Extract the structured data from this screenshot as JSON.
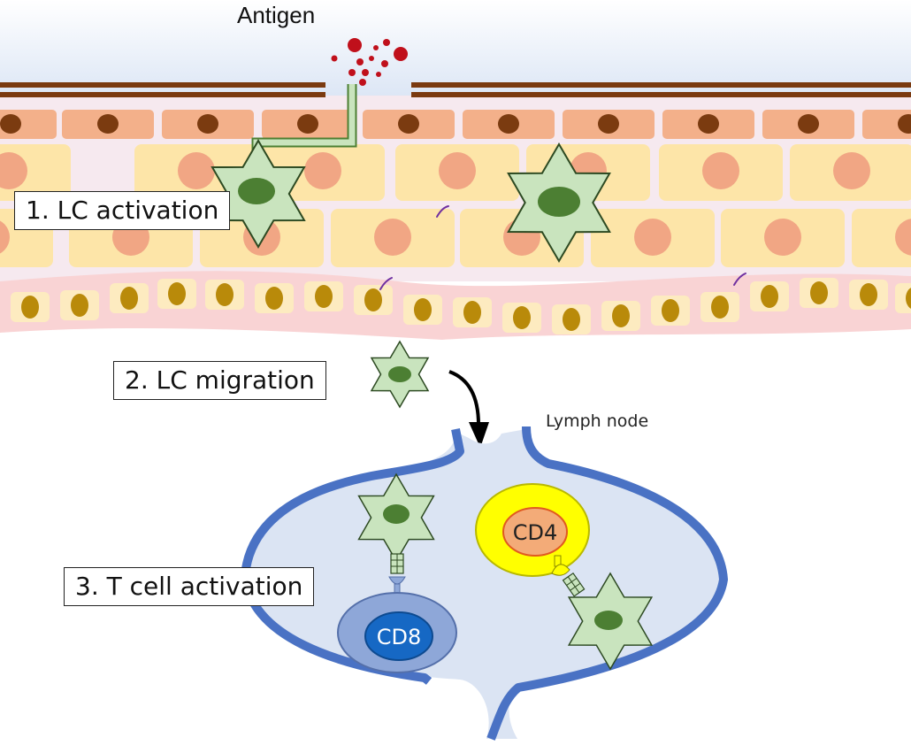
{
  "labels": {
    "antigen": "Antigen",
    "step1": "1. LC activation",
    "step2": "2. LC migration",
    "step3": "3. T cell activation",
    "lymph_node": "Lymph node",
    "cd4": "CD4",
    "cd8": "CD8"
  },
  "colors": {
    "sky": "#e3ebf7",
    "stratum_corneum": "#7a3a10",
    "granular_cell": "#f3b08a",
    "granular_nucleus": "#7b3b10",
    "spinous_cell": "#fde5a8",
    "spinous_nucleus": "#f1a684",
    "basal_layer": "#f9d3d4",
    "basal_cell": "#fdebc0",
    "basal_nucleus": "#b98a0a",
    "langerhans_cell": "#c9e4be",
    "langerhans_nucleus": "#4c7f33",
    "lymph_node_fill": "#dbe4f3",
    "lymph_node_border": "#4a72c4",
    "antigen": "#c0101b",
    "cd4_outer": "#ffff00",
    "cd4_inner": "#f3ab78",
    "cd8_outer": "#8ea7d8",
    "cd8_inner": "#1668c4",
    "melanosome": "#7030a0"
  }
}
